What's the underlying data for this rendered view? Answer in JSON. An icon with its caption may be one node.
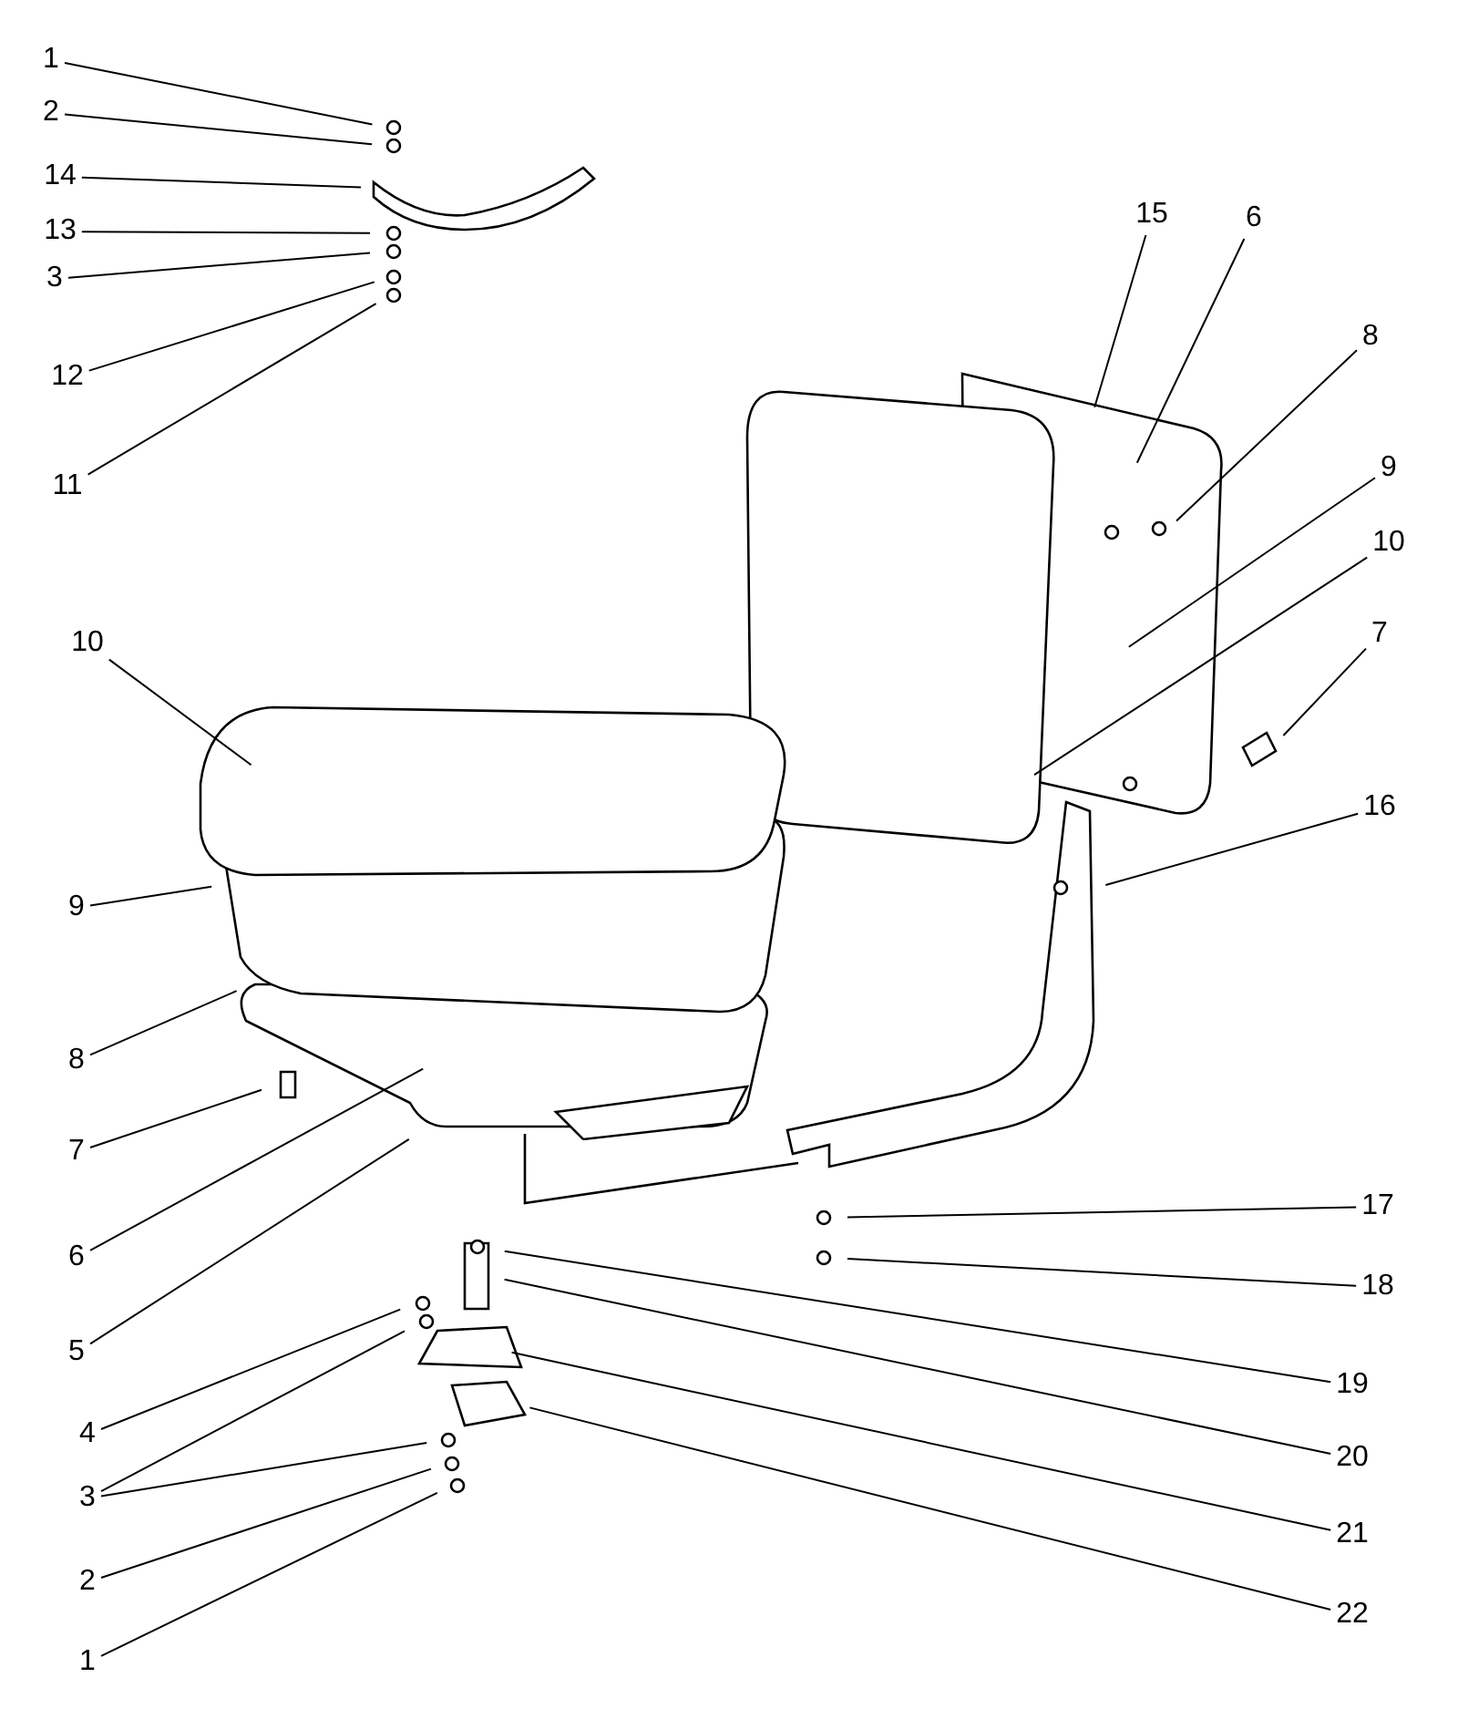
{
  "diagram": {
    "nodes": [
      {
        "text": [
          "1"
        ]
      },
      {
        "text": [
          "2"
        ]
      },
      {
        "text": [
          "14"
        ]
      },
      {
        "text": [
          "13"
        ]
      },
      {
        "text": [
          "3"
        ]
      },
      {
        "text": [
          "12"
        ]
      },
      {
        "text": [
          "11"
        ]
      },
      {
        "text": [
          "10"
        ]
      },
      {
        "text": [
          "9"
        ]
      },
      {
        "text": [
          "8"
        ]
      },
      {
        "text": [
          "7"
        ]
      },
      {
        "text": [
          "6"
        ]
      },
      {
        "text": [
          "5"
        ]
      },
      {
        "text": [
          "4"
        ]
      },
      {
        "text": [
          "3"
        ]
      },
      {
        "text": [
          "2"
        ]
      },
      {
        "text": [
          "1"
        ]
      },
      {
        "text": [
          "15"
        ]
      },
      {
        "text": [
          "6"
        ]
      },
      {
        "text": [
          "8"
        ]
      },
      {
        "text": [
          "9"
        ]
      },
      {
        "text": [
          "10"
        ]
      },
      {
        "text": [
          "7"
        ]
      },
      {
        "text": [
          "16"
        ]
      },
      {
        "text": [
          "17"
        ]
      },
      {
        "text": [
          "18"
        ]
      },
      {
        "text": [
          "19"
        ]
      },
      {
        "text": [
          "20"
        ]
      },
      {
        "text": [
          "21"
        ]
      },
      {
        "text": [
          "22"
        ]
      }
    ],
    "edges": [
      {
        "from": 0,
        "to": null,
        "arrow": "none"
      },
      {
        "from": 1,
        "to": null,
        "arrow": "none"
      },
      {
        "from": 2,
        "to": null,
        "arrow": "none"
      },
      {
        "from": 3,
        "to": null,
        "arrow": "none"
      },
      {
        "from": 4,
        "to": null,
        "arrow": "none"
      },
      {
        "from": 5,
        "to": null,
        "arrow": "none"
      },
      {
        "from": 6,
        "to": null,
        "arrow": "none"
      },
      {
        "from": 7,
        "to": null,
        "arrow": "none"
      },
      {
        "from": 8,
        "to": null,
        "arrow": "none"
      },
      {
        "from": 9,
        "to": null,
        "arrow": "none"
      },
      {
        "from": 10,
        "to": null,
        "arrow": "none"
      },
      {
        "from": 11,
        "to": null,
        "arrow": "none"
      },
      {
        "from": 12,
        "to": null,
        "arrow": "none"
      },
      {
        "from": 13,
        "to": null,
        "arrow": "none"
      },
      {
        "from": 14,
        "to": null,
        "arrow": "none"
      },
      {
        "from": 14,
        "to": null,
        "arrow": "none"
      },
      {
        "from": 15,
        "to": null,
        "arrow": "none"
      },
      {
        "from": 16,
        "to": null,
        "arrow": "none"
      },
      {
        "from": 17,
        "to": null,
        "arrow": "none"
      },
      {
        "from": 18,
        "to": null,
        "arrow": "none"
      },
      {
        "from": 19,
        "to": null,
        "arrow": "none"
      },
      {
        "from": 20,
        "to": null,
        "arrow": "none"
      },
      {
        "from": 21,
        "to": null,
        "arrow": "none"
      },
      {
        "from": 22,
        "to": null,
        "arrow": "none"
      },
      {
        "from": 23,
        "to": null,
        "arrow": "none"
      },
      {
        "from": 24,
        "to": null,
        "arrow": "none"
      },
      {
        "from": 25,
        "to": null,
        "arrow": "none"
      },
      {
        "from": 26,
        "to": null,
        "arrow": "none"
      },
      {
        "from": 27,
        "to": null,
        "arrow": "none"
      },
      {
        "from": 28,
        "to": null,
        "arrow": "none"
      },
      {
        "from": 29,
        "to": null,
        "arrow": "none"
      }
    ]
  }
}
